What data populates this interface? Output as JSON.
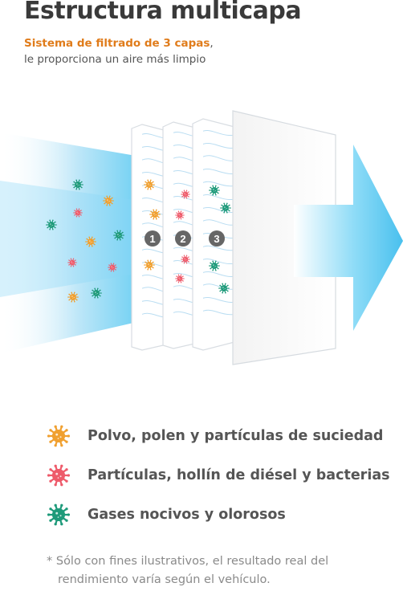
{
  "header": {
    "title": "Estructura multicapa",
    "subtitle_highlight": "Sistema de filtrado de 3 capas",
    "subtitle_comma": ",",
    "subtitle_rest": "le proporciona un aire más limpio"
  },
  "diagram": {
    "layer_numbers": [
      "1",
      "2",
      "3"
    ]
  },
  "legend": [
    {
      "label": "Polvo, polen y partículas de suciedad",
      "icon": "dust-particle-icon",
      "color": "#f0a030"
    },
    {
      "label": "Partículas, hollín de diésel y bacterias",
      "icon": "bacteria-particle-icon",
      "color": "#ee5a6a"
    },
    {
      "label": "Gases nocivos y olorosos",
      "icon": "gas-particle-icon",
      "color": "#1e9a7a"
    }
  ],
  "footnote": {
    "line1": "* Sólo con fines ilustrativos, el resultado real del",
    "line2": "rendimiento varía según el vehículo."
  },
  "colors": {
    "accent": "#e07c1b",
    "airflow": "#5bc8f0",
    "dust": "#f0a030",
    "bacteria": "#ee5a6a",
    "gas": "#1e9a7a"
  }
}
